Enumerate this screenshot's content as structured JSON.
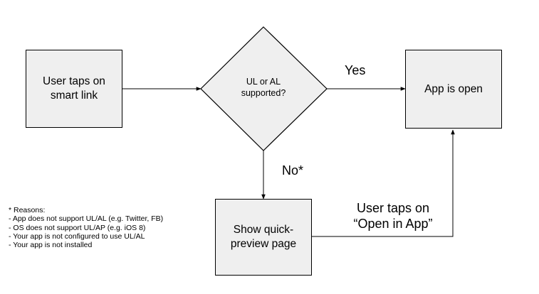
{
  "nodes": {
    "start": {
      "line1": "User taps on",
      "line2": "smart link"
    },
    "decision": {
      "line1": "UL or AL",
      "line2": "supported?"
    },
    "open": {
      "label": "App is open"
    },
    "preview": {
      "line1": "Show quick-",
      "line2": "preview page"
    }
  },
  "edges": {
    "yes_label": "Yes",
    "no_label": "No*",
    "tap_open_line1": "User taps on",
    "tap_open_line2": "“Open in App”"
  },
  "note": {
    "title": "* Reasons:",
    "items": [
      "- App does not support UL/AL (e.g. Twitter, FB)",
      "- OS does not support UL/AP (e.g. iOS 8)",
      "- Your app is not configured to use UL/AL",
      "- Your app is not installed"
    ]
  },
  "colors": {
    "box_fill": "#efefef",
    "stroke": "#000000",
    "background": "#ffffff"
  }
}
